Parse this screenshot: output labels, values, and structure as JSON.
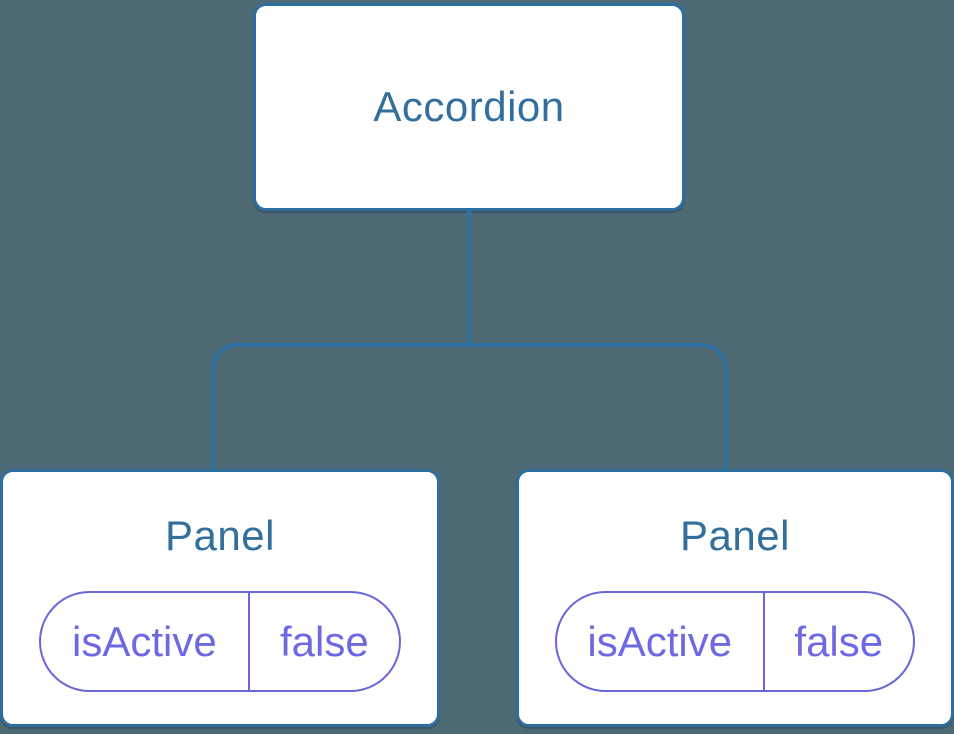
{
  "diagram": {
    "root": {
      "label": "Accordion"
    },
    "children": [
      {
        "label": "Panel",
        "state": {
          "key": "isActive",
          "value": "false"
        }
      },
      {
        "label": "Panel",
        "state": {
          "key": "isActive",
          "value": "false"
        }
      }
    ],
    "colors": {
      "background": "#4d6973",
      "box_border": "#2e6e9e",
      "box_fill": "#ffffff",
      "title_text": "#336f9d",
      "connector": "#2f71a2",
      "state_border": "#6a67da",
      "state_text": "#6d69e2"
    }
  }
}
